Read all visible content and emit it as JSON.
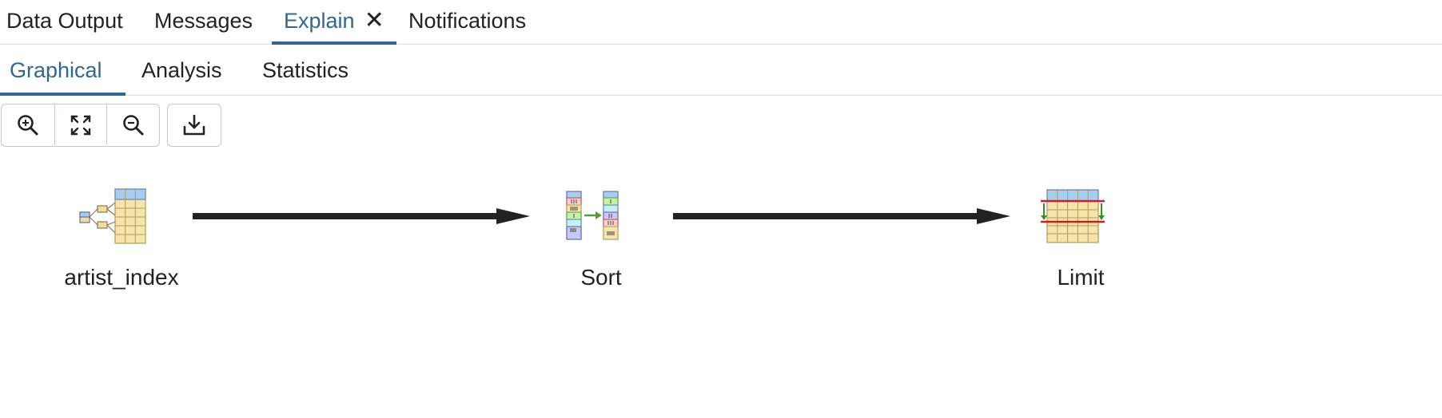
{
  "tabs": [
    {
      "label": "Data Output",
      "active": false
    },
    {
      "label": "Messages",
      "active": false
    },
    {
      "label": "Explain",
      "active": true,
      "closable": true
    },
    {
      "label": "Notifications",
      "active": false
    }
  ],
  "subtabs": [
    {
      "label": "Graphical",
      "active": true
    },
    {
      "label": "Analysis",
      "active": false
    },
    {
      "label": "Statistics",
      "active": false
    }
  ],
  "toolbar": {
    "zoom_in_icon": "zoom-in-icon",
    "fit_icon": "fit-to-screen-icon",
    "zoom_out_icon": "zoom-out-icon",
    "download_icon": "download-icon"
  },
  "plan": {
    "nodes": [
      {
        "label": "artist_index",
        "icon": "index-scan-icon"
      },
      {
        "label": "Sort",
        "icon": "sort-icon"
      },
      {
        "label": "Limit",
        "icon": "limit-icon"
      }
    ]
  },
  "colors": {
    "accent": "#326690",
    "text": "#222222",
    "border": "#c2c7d0",
    "arrow": "#222222"
  }
}
